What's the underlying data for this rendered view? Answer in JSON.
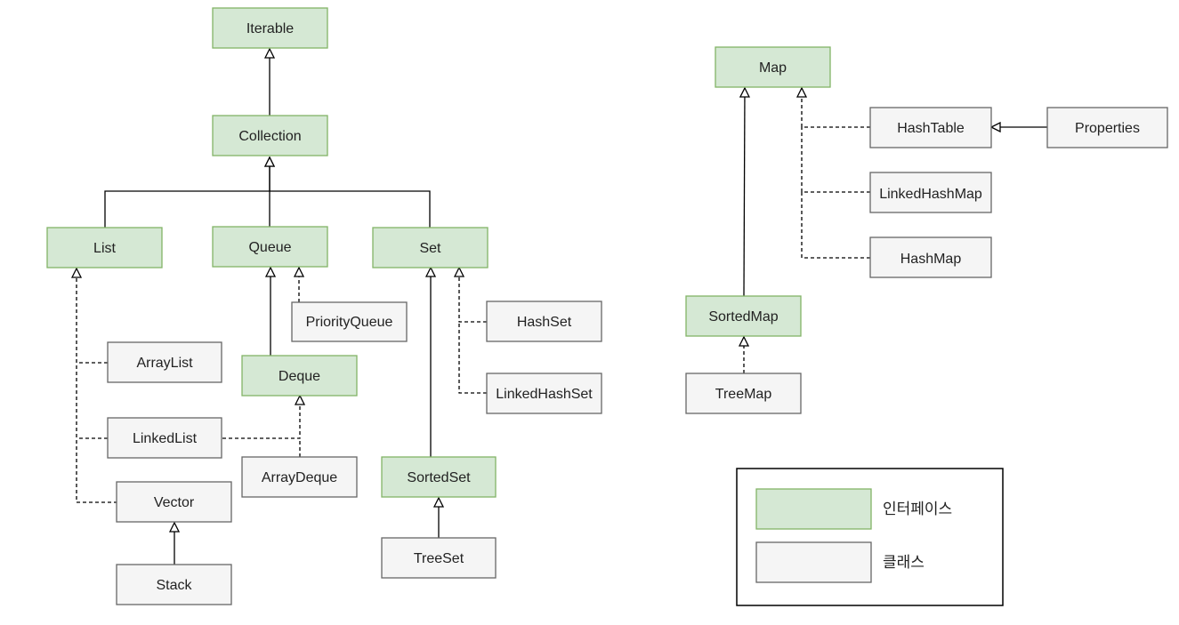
{
  "colors": {
    "interface_fill": "#d5e8d4",
    "interface_stroke": "#82b366",
    "class_fill": "#f5f5f5",
    "class_stroke": "#666666",
    "line": "#000000"
  },
  "nodes": {
    "iterable": "Iterable",
    "collection": "Collection",
    "list": "List",
    "queue": "Queue",
    "set": "Set",
    "priority_queue": "PriorityQueue",
    "deque": "Deque",
    "array_list": "ArrayList",
    "linked_list": "LinkedList",
    "vector": "Vector",
    "stack": "Stack",
    "array_deque": "ArrayDeque",
    "hash_set": "HashSet",
    "linked_hash_set": "LinkedHashSet",
    "sorted_set": "SortedSet",
    "tree_set": "TreeSet",
    "map": "Map",
    "hash_table": "HashTable",
    "properties": "Properties",
    "linked_hash_map": "LinkedHashMap",
    "hash_map": "HashMap",
    "sorted_map": "SortedMap",
    "tree_map": "TreeMap"
  },
  "legend": {
    "interface": "인터페이스",
    "class": "클래스"
  },
  "relations": [
    {
      "from": "Collection",
      "to": "Iterable",
      "kind": "extends"
    },
    {
      "from": "List",
      "to": "Collection",
      "kind": "extends"
    },
    {
      "from": "Queue",
      "to": "Collection",
      "kind": "extends"
    },
    {
      "from": "Set",
      "to": "Collection",
      "kind": "extends"
    },
    {
      "from": "PriorityQueue",
      "to": "Queue",
      "kind": "implements"
    },
    {
      "from": "Deque",
      "to": "Queue",
      "kind": "extends"
    },
    {
      "from": "ArrayList",
      "to": "List",
      "kind": "implements"
    },
    {
      "from": "LinkedList",
      "to": "List",
      "kind": "implements"
    },
    {
      "from": "Vector",
      "to": "List",
      "kind": "implements"
    },
    {
      "from": "LinkedList",
      "to": "Deque",
      "kind": "implements"
    },
    {
      "from": "ArrayDeque",
      "to": "Deque",
      "kind": "implements"
    },
    {
      "from": "Stack",
      "to": "Vector",
      "kind": "extends"
    },
    {
      "from": "HashSet",
      "to": "Set",
      "kind": "implements"
    },
    {
      "from": "LinkedHashSet",
      "to": "Set",
      "kind": "implements"
    },
    {
      "from": "SortedSet",
      "to": "Set",
      "kind": "extends"
    },
    {
      "from": "TreeSet",
      "to": "SortedSet",
      "kind": "extends"
    },
    {
      "from": "SortedMap",
      "to": "Map",
      "kind": "extends"
    },
    {
      "from": "HashTable",
      "to": "Map",
      "kind": "implements"
    },
    {
      "from": "LinkedHashMap",
      "to": "Map",
      "kind": "implements"
    },
    {
      "from": "HashMap",
      "to": "Map",
      "kind": "implements"
    },
    {
      "from": "Properties",
      "to": "HashTable",
      "kind": "extends"
    },
    {
      "from": "TreeMap",
      "to": "SortedMap",
      "kind": "implements"
    }
  ]
}
